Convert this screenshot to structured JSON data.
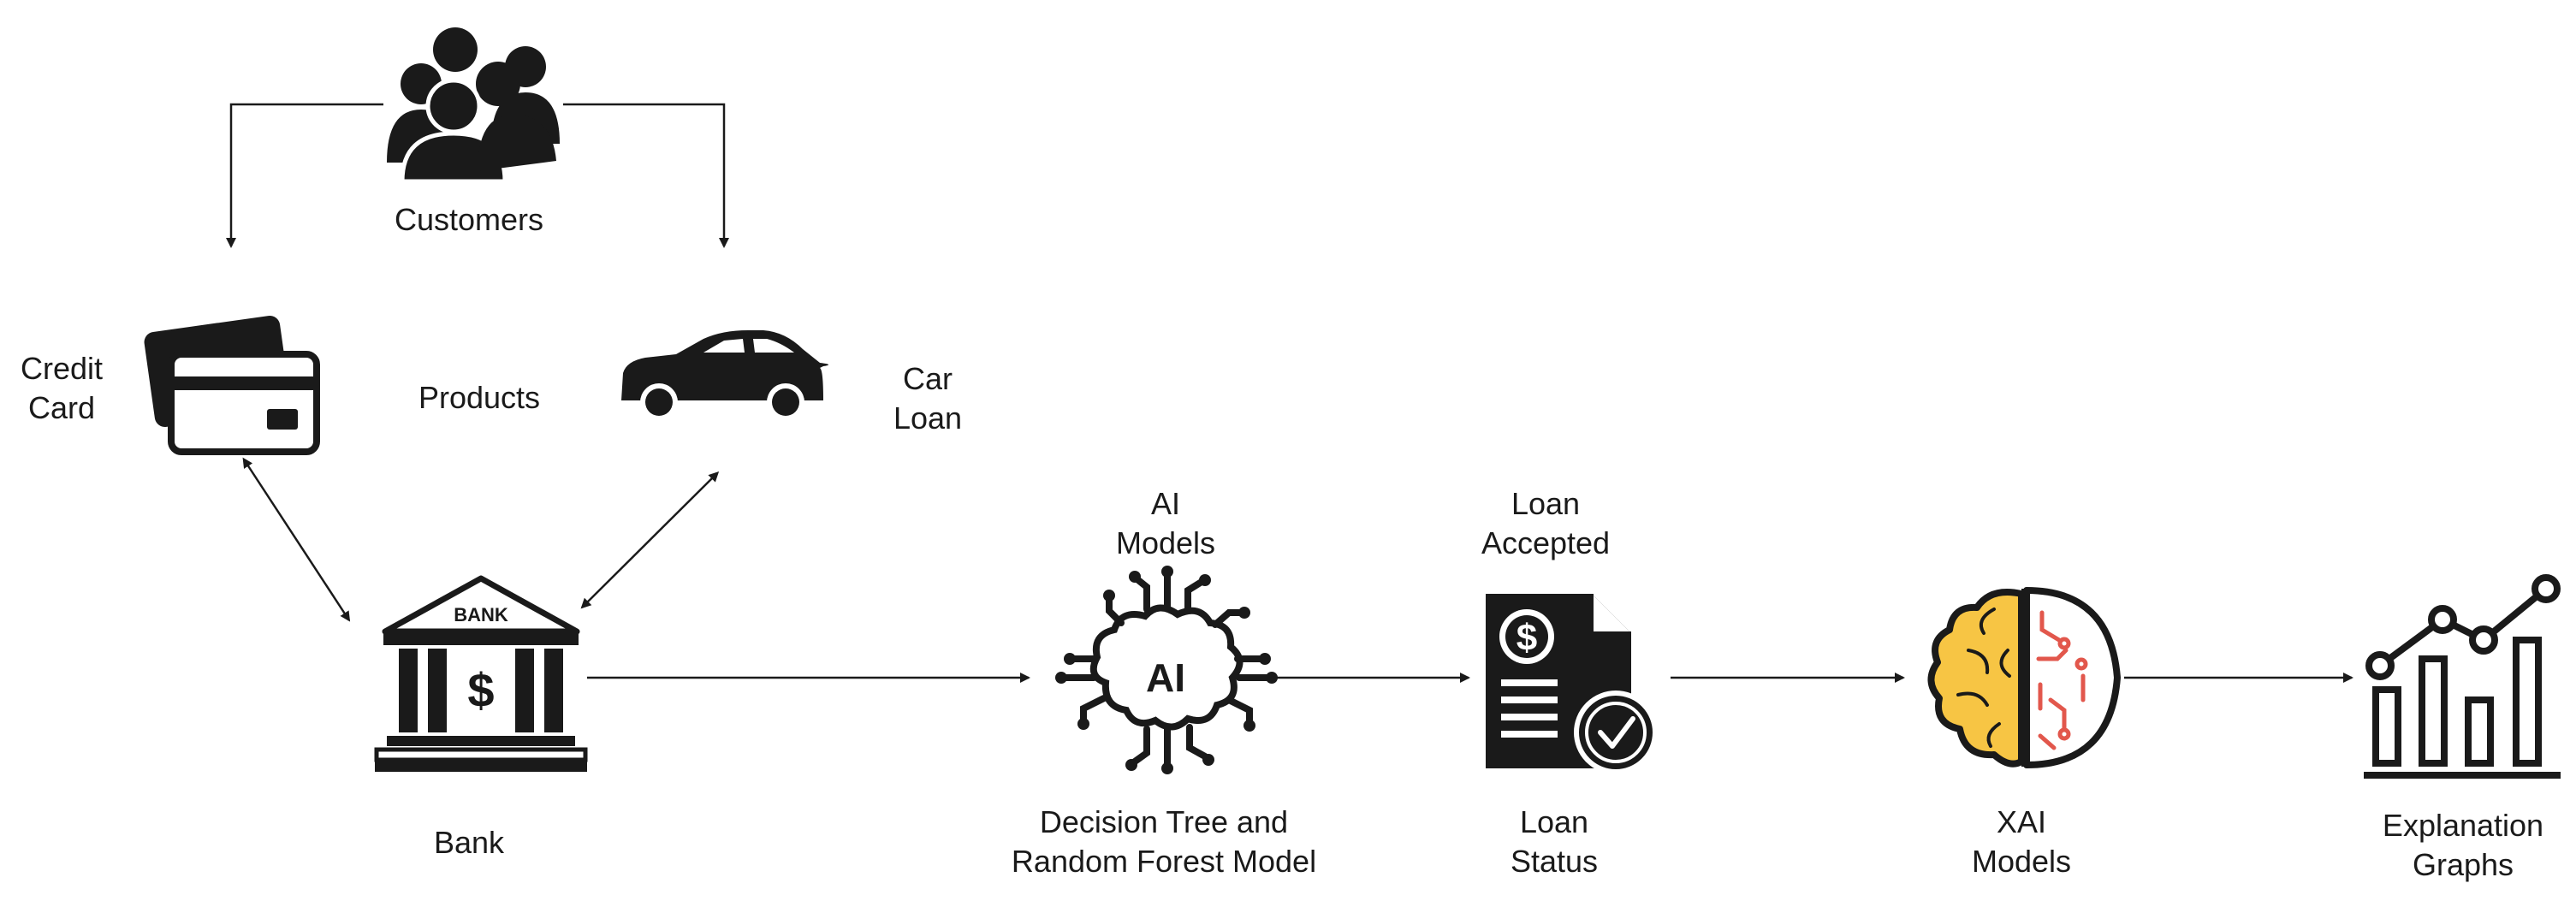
{
  "labels": {
    "customers": "Customers",
    "credit_card": [
      "Credit",
      "Card"
    ],
    "products": "Products",
    "car_loan": [
      "Car",
      "Loan"
    ],
    "bank": "Bank",
    "bank_sign": "BANK",
    "ai_models": [
      "AI",
      "Models"
    ],
    "ai_chip": "AI",
    "model_name": [
      "Decision Tree and",
      "Random Forest Model"
    ],
    "loan_accepted": [
      "Loan",
      "Accepted"
    ],
    "loan_status": [
      "Loan",
      "Status"
    ],
    "xai_models": [
      "XAI",
      "Models"
    ],
    "explanation_graphs": [
      "Explanation",
      "Graphs"
    ]
  },
  "icons": {
    "customers": "people-group-icon",
    "credit_card": "credit-card-icon",
    "car": "car-icon",
    "bank": "bank-building-icon",
    "ai": "ai-brain-circuit-icon",
    "document": "loan-document-check-icon",
    "brain": "brain-circuit-icon",
    "chart": "line-bar-chart-icon"
  },
  "colors": {
    "stroke": "#1a1a1a",
    "brain_yellow": "#f7c544",
    "brain_red": "#e2574c"
  }
}
